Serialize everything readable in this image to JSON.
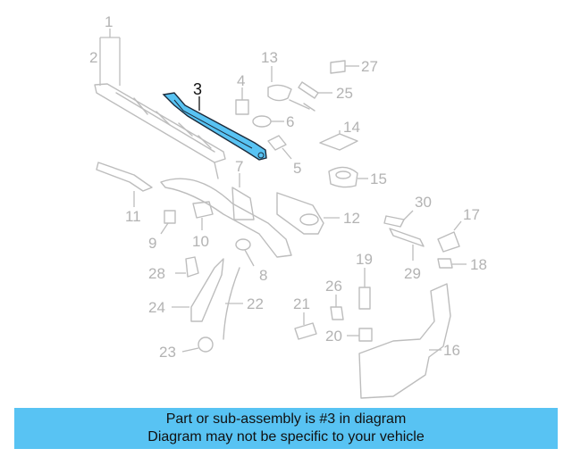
{
  "highlight_part": "3",
  "highlight_color": "#58c3f3",
  "callouts": [
    "1",
    "2",
    "3",
    "4",
    "5",
    "6",
    "7",
    "8",
    "9",
    "10",
    "11",
    "12",
    "13",
    "14",
    "15",
    "16",
    "17",
    "18",
    "19",
    "20",
    "21",
    "22",
    "23",
    "24",
    "25",
    "26",
    "27",
    "28",
    "29",
    "30"
  ],
  "banner": {
    "line1": "Part or sub-assembly is #3 in diagram",
    "line2": "Diagram may not be specific to your vehicle"
  }
}
